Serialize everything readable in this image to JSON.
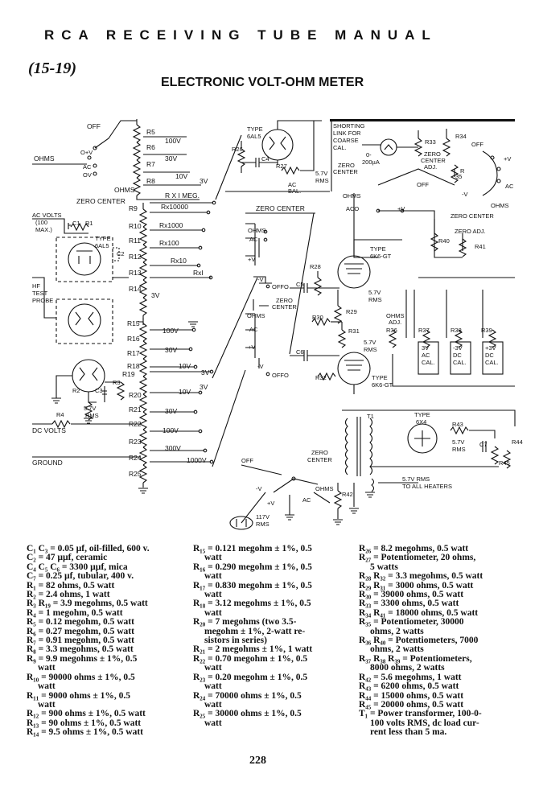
{
  "header": "RCA RECEIVING TUBE MANUAL",
  "section_number": "(15-19)",
  "title": "ELECTRONIC VOLT-OHM METER",
  "schematic_labels": {
    "off_top": "OFF",
    "ohms_left": "OHMS",
    "ov_ac_ov": [
      "O+V",
      "AC",
      "OV"
    ],
    "r5": "R5",
    "r6": "R6",
    "r7": "R7",
    "r8": "R8",
    "v100": "100V",
    "v30": "30V",
    "v10": "10V",
    "v3": "3V",
    "ohms_mid": "OHMS",
    "zero_center_left": "ZERO CENTER",
    "rx_ranges": [
      "R X I MEG.",
      "Rx10000",
      "Rx1000",
      "Rx100",
      "Rx10",
      "RxI"
    ],
    "r9_r14": [
      "R9",
      "R10",
      "R11",
      "R12",
      "R13",
      "R14"
    ],
    "acvolts": [
      "AC VOLTS",
      "(100",
      "MAX.)"
    ],
    "c1": "C1",
    "r1": "R1",
    "type_6al5_left": [
      "TYPE",
      "6AL5"
    ],
    "c2": "C2",
    "hf_test_probe": [
      "HF",
      "TEST",
      "PROBE"
    ],
    "r15_r25": [
      "R15",
      "R16",
      "R17",
      "R18",
      "R19",
      "R20",
      "R21",
      "R22",
      "R23",
      "R24",
      "R25"
    ],
    "v1000": "1000V",
    "v300": "300V",
    "r2": "R2",
    "c3": "C3",
    "r3": "R3",
    "r4": "R4",
    "rms_57": [
      "5.7V",
      "RMS"
    ],
    "dc_volts": "DC VOLTS",
    "ground": "GROUND",
    "type_6al5_top": [
      "TYPE",
      "6AL5"
    ],
    "r26": "R26",
    "c4": "C4",
    "r27": "R27",
    "ac_bal": [
      "AC",
      "BAL."
    ],
    "zero_center_mid": "ZERO CENTER",
    "shorting_link": [
      "SHORTING",
      "LINK FOR",
      "COARSE",
      "CAL."
    ],
    "ua200": [
      "0-",
      "200µA"
    ],
    "zero_center_r": [
      "ZERO",
      "CENTER"
    ],
    "r33": "R33",
    "r34": "R34",
    "zero_center_adj": [
      "ZERO",
      "CENTER",
      "ADJ."
    ],
    "r35": [
      "R",
      "35"
    ],
    "off_small": "OFF",
    "off_right": "OFF",
    "plus_v": "+V",
    "minus_v": "-V",
    "ac_right": "AC",
    "ohms_right": "OHMS",
    "aco": "ACO",
    "zero_center_right": "ZERO CENTER",
    "zero_adj": "ZERO ADJ.",
    "r40": "R40",
    "r41": "R41",
    "ohms_sw": "OHMS",
    "type_6k6_top": [
      "TYPE",
      "6K6-GT"
    ],
    "r28": "R28",
    "c5": "C5",
    "offo": "OFFO",
    "zero_center_sw": [
      "ZERO",
      "CENTER"
    ],
    "r29": "R29",
    "r30": "R30",
    "r31": "R31",
    "ohms_adj": [
      "OHMS",
      "ADJ."
    ],
    "r36": "R36",
    "r37": "R37",
    "r38": "R38",
    "r39": "R39",
    "cal_boxes": [
      [
        "3V",
        "AC",
        "CAL."
      ],
      [
        "-3V",
        "DC",
        "CAL."
      ],
      [
        "+3V",
        "DC",
        "CAL."
      ]
    ],
    "c6": "C6",
    "r32": "R32",
    "type_6k6_bot": [
      "TYPE",
      "6K6-GT"
    ],
    "offo2": "OFFO",
    "t1": "T1",
    "type_6x4": [
      "TYPE",
      "6X4"
    ],
    "r43": "R43",
    "c7": "C7",
    "r44": "R44",
    "r45": "R45",
    "zero_center_bot": [
      "ZERO",
      "CENTER"
    ],
    "off_bot": "OFF",
    "r42": "R42",
    "v117": [
      "117V",
      "RMS"
    ],
    "heaters": [
      "5.7V RMS",
      "TO ALL HEATERS"
    ]
  },
  "parts_list": {
    "col1": [
      "C₁ C₃ = 0.05 µf, oil-filled, 600 v.",
      "C₂ = 47 µµf, ceramic",
      "C₄ C₅ C₆ = 3300 µµf, mica",
      "C₇ = 0.25 µf, tubular, 400 v.",
      "R₁ = 82 ohms, 0.5 watt",
      "R₂ = 2.4 ohms, 1 watt",
      "R₃ R₁₉ = 3.9 megohms, 0.5 watt",
      "R₄ = 1 megohm, 0.5 watt",
      "R₅ = 0.12 megohm, 0.5 watt",
      "R₆ = 0.27 megohm, 0.5 watt",
      "R₇ = 0.91 megohm, 0.5 watt",
      "R₈ = 3.3 megohms, 0.5 watt",
      "R₉ = 9.9 megohms ± 1%, 0.5",
      "watt",
      "R₁₀ = 90000 ohms ± 1%, 0.5",
      "watt",
      "R₁₁ = 9000 ohms ± 1%, 0.5",
      "watt",
      "R₁₂ = 900 ohms ± 1%, 0.5 watt",
      "R₁₃ = 90 ohms ± 1%, 0.5 watt",
      "R₁₄ = 9.5 ohms ± 1%, 0.5 watt"
    ],
    "col2": [
      "R₁₅ = 0.121 megohm ± 1%, 0.5",
      "watt",
      "R₁₆ = 0.290 megohm ± 1%, 0.5",
      "watt",
      "R₁₇ = 0.830 megohm ± 1%, 0.5",
      "watt",
      "R₁₈ = 3.12 megohms ± 1%, 0.5",
      "watt",
      "R₂₀ = 7 megohms (two 3.5-",
      "megohm ± 1%, 2-watt re-",
      "sistors in series)",
      "R₂₁ = 2 megohms ± 1%, 1 watt",
      "R₂₂ = 0.70 megohm ± 1%, 0.5",
      "watt",
      "R₂₃ = 0.20 megohm ± 1%, 0.5",
      "watt",
      "R₂₄ = 70000 ohms ± 1%, 0.5",
      "watt",
      "R₂₅ = 30000 ohms ± 1%, 0.5",
      "watt"
    ],
    "col3": [
      "R₂₆ = 8.2 megohms, 0.5 watt",
      "R₂₇ = Potentiometer, 20 ohms,",
      "5 watts",
      "R₂₈ R₃₂ = 3.3 megohms, 0.5 watt",
      "R₂₉ R₃₁ = 3000 ohms, 0.5 watt",
      "R₃₀ = 39000 ohms, 0.5 watt",
      "R₃₃ = 3300 ohms, 0.5 watt",
      "R₃₄ R₄₁ = 18000 ohms, 0.5 watt",
      "R₃₅ = Potentiometer, 30000",
      "ohms, 2 watts",
      "R₃₆ R₄₀ = Potentiometers, 7000",
      "ohms, 2 watts",
      "R₃₇ R₃₈ R₃₉ = Potentiometers,",
      "8000 ohms, 2 watts",
      "R₄₂ = 5.6 megohms, 1 watt",
      "R₄₃ = 6200 ohms, 0.5 watt",
      "R₄₄ = 15000 ohms, 0.5 watt",
      "R₄₅ = 20000 ohms, 0.5 watt",
      "T₁ = Power transformer, 100-0-",
      "100 volts RMS, dc load cur-",
      "rent less than 5 ma."
    ]
  },
  "page_number": "228"
}
